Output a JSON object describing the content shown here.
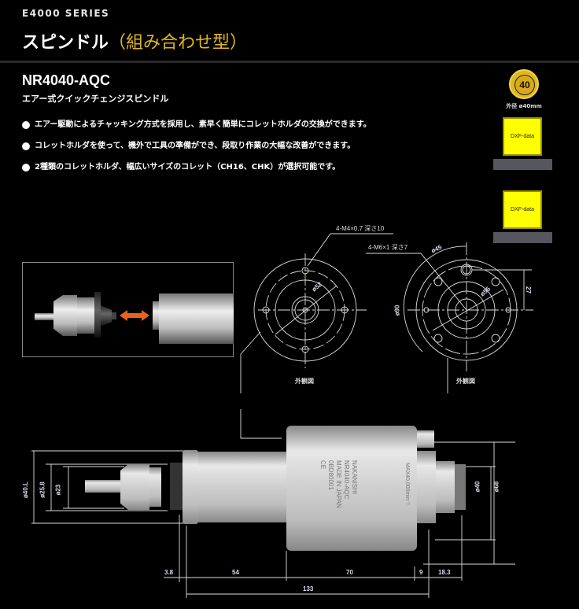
{
  "header": {
    "series": "E4000 SERIES",
    "title_main": "スピンドル",
    "title_paren": "（組み合わせ型）"
  },
  "product": {
    "model": "NR4040-AQC",
    "subtitle": "エアー式クイックチェンジスピンドル",
    "features": [
      "エアー駆動によるチャッキング方式を採用し、素早く簡単にコレットホルダの交換ができます。",
      "コレットホルダを使って、機外で工具の準備ができ、段取り作業の大幅な改善ができます。",
      "2種類のコレットホルダ、幅広いサイズのコレット（CH16、CHK）が選択可能です。"
    ]
  },
  "badge": {
    "value": "40",
    "label": "外径 ø40mm",
    "color": "#e0b81e"
  },
  "downloads": [
    {
      "label": "DXF-data"
    },
    {
      "label": "DXF-data"
    }
  ],
  "front_view_left": {
    "caption": "外観図",
    "note": "4-M4×0.7 深さ10",
    "dia": "ø52"
  },
  "front_view_right": {
    "caption": "外観図",
    "note": "4-M6×1 深さ7",
    "dia_pcd": "ø55",
    "dia_outer": "ø90",
    "angle": "ø45",
    "height": "27"
  },
  "side_view": {
    "dia_left": [
      "ø40.L",
      "ø25.8",
      "ø23"
    ],
    "dia_right": [
      "ø40",
      "ø68"
    ],
    "lengths": [
      "3.8",
      "54",
      "70",
      "9",
      "18.3"
    ],
    "total": "133",
    "engraving": {
      "brand": "NAKANISHI",
      "model": "NR4040-AQC",
      "origin": "MADE IN JAPAN",
      "serial": "0BD80001",
      "mark": "CE",
      "speed": "MAX40,000min⁻¹"
    }
  },
  "colors": {
    "background": "#000000",
    "accent_yellow": "#e0b81e",
    "dxf_yellow": "#ffff00",
    "arrow_orange": "#e8641e"
  }
}
